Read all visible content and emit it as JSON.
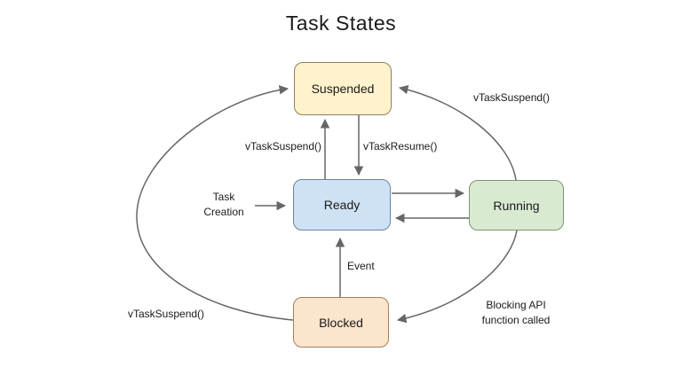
{
  "title": "Task States",
  "states": {
    "suspended": {
      "label": "Suspended",
      "fill": "#FFF2CC",
      "stroke": "#8F8055"
    },
    "ready": {
      "label": "Ready",
      "fill": "#CFE2F3",
      "stroke": "#6D83A1"
    },
    "running": {
      "label": "Running",
      "fill": "#D9EAD3",
      "stroke": "#7D9474"
    },
    "blocked": {
      "label": "Blocked",
      "fill": "#FCE5CD",
      "stroke": "#A58058"
    }
  },
  "transition_labels": {
    "ready_to_suspended": "vTaskSuspend()",
    "suspended_to_ready": "vTaskResume()",
    "task_creation": "Task Creation",
    "blocked_to_ready": "Event",
    "running_to_suspended": "vTaskSuspend()",
    "blocked_to_suspended": "vTaskSuspend()",
    "running_to_blocked": "Blocking API function called"
  },
  "arrow_color": "#666666"
}
